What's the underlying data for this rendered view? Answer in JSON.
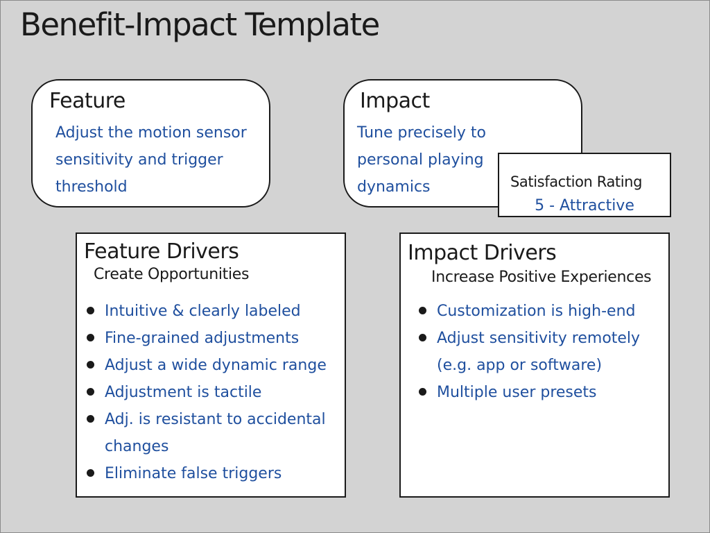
{
  "title": "Benefit-Impact Template",
  "feature": {
    "heading": "Feature",
    "text": "Adjust the motion sensor sensitivity and trigger threshold"
  },
  "impact": {
    "heading": "Impact",
    "text": "Tune precisely to personal playing dynamics"
  },
  "satisfaction": {
    "label": "Satisfaction Rating",
    "value": "5 - Attractive"
  },
  "feature_drivers": {
    "heading": "Feature Drivers",
    "subheading": "Create Opportunities",
    "items": [
      "Intuitive & clearly labeled",
      "Fine-grained adjustments",
      "Adjust a wide dynamic range",
      "Adjustment is tactile",
      "Adj. is resistant to accidental changes",
      "Eliminate false triggers"
    ]
  },
  "impact_drivers": {
    "heading": "Impact Drivers",
    "subheading": "Increase Positive Experiences",
    "items": [
      "Customization is high-end",
      "Adjust sensitivity remotely (e.g. app or software)",
      "Multiple user presets"
    ]
  },
  "colors": {
    "background": "#d3d3d3",
    "handwriting": "#1f4f9e",
    "border": "#1a1a1a"
  }
}
